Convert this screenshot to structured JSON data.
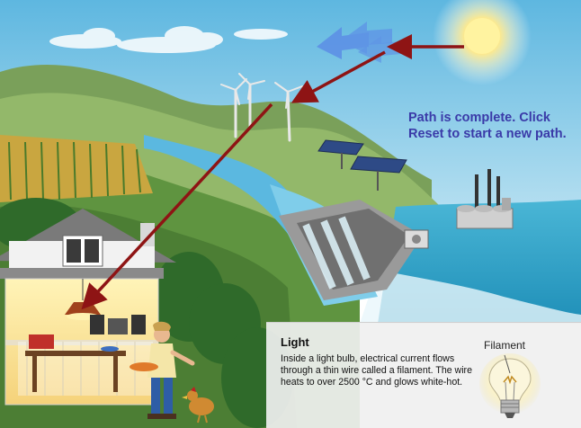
{
  "status": {
    "line1": "Path is complete. Click",
    "line2": "Reset to start a new path."
  },
  "info_panel": {
    "title": "Light",
    "body": "Inside a light bulb, electrical current flows through a thin wire called a filament. The wire heats to over 2500 °C and glows white-hot.",
    "diagram_label": "Filament"
  },
  "icons": {
    "sun": "sun-icon",
    "wind": "wind-arrows-icon",
    "bulb": "light-bulb-icon"
  },
  "colors": {
    "status_text": "#3a3aa8",
    "path_arrow": "#8e1414",
    "sky": "#8fd0ea",
    "sea": "#36a6c8"
  }
}
